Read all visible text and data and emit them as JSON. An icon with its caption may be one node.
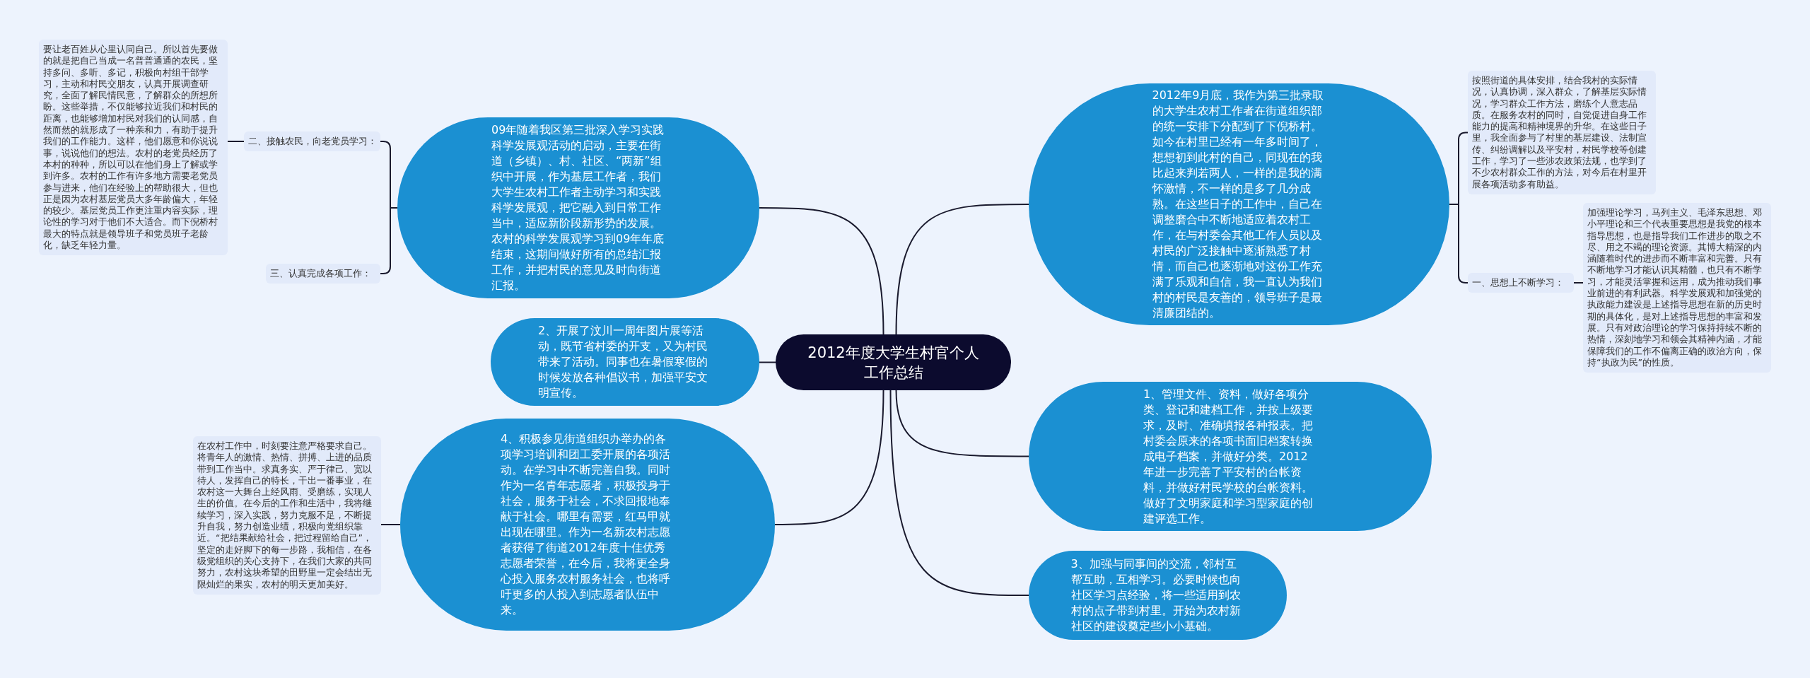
{
  "diagram": {
    "nodes": [
      {
        "text": [
          "2012年度大学生村官个人工作总结"
        ]
      },
      {
        "text": [
          "09年随着我区第三批深入学习实践科学发展观活动的启动，主要在街道（乡镇）、村、社区、“两新”组织中开展，作为基层工作者，我们大学生农村工作者主动学习和实践科学发展观，把它融入到日常工作当中，适应新阶段新形势的发展。农村的科学发展观学习到09年年底结束，这期间做好所有的总结汇报工作，并把村民的意见及时向街道汇报。"
        ]
      },
      {
        "text": [
          "二、接触农民，向老党员学习："
        ]
      },
      {
        "text": [
          "要让老百姓从心里认同自己。所以首先要做的就是把自己当成一名普普通通的农民，坚持多问、多听、多记，积极向村组干部学习，主动和村民交朋友，认真开展调查研究，全面了解民情民意，了解群众的所想所盼。这些举措，不仅能够拉近我们和村民的距离，也能够增加村民对我们的认同感，自然而然的就形成了一种亲和力，有助于提升我们的工作能力。这样，他们愿意和你说说事，说说他们的想法。农村的老党员经历了本村的种种，所以可以在他们身上了解或学到许多。农村的工作有许多地方需要老党员参与进来，他们在经验上的帮助很大，但也正是因为农村基层党员大多年龄偏大，年轻的较少。基层党员工作更注重内容实际，理论性的学习对于他们不大适合。而下倪桥村最大的特点就是领导班子和党员班子老龄化，缺乏年轻力量。"
        ]
      },
      {
        "text": [
          "三、认真完成各项工作："
        ]
      },
      {
        "text": [
          "2、开展了汶川一周年图片展等活动，既节省村委的开支，又为村民带来了活动。同事也在暑假寒假的时候发放各种倡议书，加强平安文明宣传。"
        ]
      },
      {
        "text": [
          "4、积极参见街道组织办举办的各项学习培训和团工委开展的各项活动。在学习中不断完善自我。同时作为一名青年志愿者，积极投身于社会，服务于社会，不求回报地奉献于社会。哪里有需要，红马甲就出现在哪里。作为一名新农村志愿者获得了街道2012年度十佳优秀志愿者荣誉，在今后，我将更全身心投入服务农村服务社会，也将呼吁更多的人投入到志愿者队伍中来。"
        ]
      },
      {
        "text": [
          "在农村工作中，时刻要注意严格要求自己。将青年人的激情、热情、拼搏、上进的品质带到工作当中。求真务实、严于律己、宽以待人，发挥自己的特长，干出一番事业，在农村这一大舞台上经风雨、受磨练，实现人生的价值。在今后的工作和生活中，我将继续学习，深入实践，努力克服不足，不断提升自我，努力创造业绩，积极向党组织靠近。“把结果献给社会，把过程留给自己”，坚定的走好脚下的每一步路，我相信，在各级党组织的关心支持下，在我们大家的共同努力，农村这块希望的田野里一定会结出无限灿烂的果实，农村的明天更加美好。"
        ]
      },
      {
        "text": [
          "2012年9月底，我作为第三批录取的大学生农村工作者在街道组织部的统一安排下分配到了下倪桥村。如今在村里已经有一年多时间了，想想初到此村的自己，同现在的我比起来判若两人，一样的是我的满怀激情，不一样的是多了几分成熟。在这些日子的工作中，自己在调整磨合中不断地适应着农村工作，在与村委会其他工作人员以及村民的广泛接触中逐渐熟悉了村情，而自己也逐渐地对这份工作充满了乐观和自信，我一直认为我们村的村民是友善的，领导班子是最清廉团结的。"
        ]
      },
      {
        "text": [
          "按照街道的具体安排，结合我村的实际情况，认真协调，深入群众，了解基层实际情况，学习群众工作方法，磨练个人意志品质。在服务农村的同时，自觉促进自身工作能力的提高和精神境界的升华。在这些日子里，我全面参与了村里的基层建设、法制宣传、纠纷调解以及平安村，村民学校等创建工作，学习了一些涉农政策法规，也学到了不少农村群众工作的方法，对今后在村里开展各项活动多有助益。"
        ]
      },
      {
        "text": [
          "一、思想上不断学习："
        ]
      },
      {
        "text": [
          "加强理论学习，马列主义、毛泽东思想、邓小平理论和三个代表重要思想是我党的根本指导思想，也是指导我们工作进步的取之不尽、用之不竭的理论资源。其博大精深的内涵随着时代的进步而不断丰富和完善。只有不断地学习才能认识其精髓，也只有不断学习，才能灵活掌握和运用，成为推动我们事业前进的有利武器。科学发展观和加强党的执政能力建设是上述指导思想在新的历史时期的具体化，是对上述指导思想的丰富和发展。只有对政治理论的学习保持持续不断的热情，深刻地学习和领会其精神内涵，才能保障我们的工作不偏离正确的政治方向，保持“执政为民”的性质。"
        ]
      },
      {
        "text": [
          "1、管理文件、资料，做好各项分类、登记和建档工作，并按上级要求，及时、准确填报各种报表。把村委会原来的各项书面旧档案转换成电子档案，并做好分类。2012年进一步完善了平安村的台帐资料，并做好村民学校的台帐资料。做好了文明家庭和学习型家庭的创建评选工作。"
        ]
      },
      {
        "text": [
          "3、加强与同事间的交流，邻村互帮互助，互相学习。必要时候也向社区学习点经验，将一些适用到农村的点子带到村里。开始为农村新社区的建设奠定些小小基础。"
        ]
      }
    ],
    "edges": [
      {
        "from": 0,
        "to": 1,
        "arrow": "none"
      },
      {
        "from": 1,
        "to": 2,
        "arrow": "none"
      },
      {
        "from": 2,
        "to": 3,
        "arrow": "none"
      },
      {
        "from": 1,
        "to": 4,
        "arrow": "none"
      },
      {
        "from": 0,
        "to": 5,
        "arrow": "none"
      },
      {
        "from": 0,
        "to": 6,
        "arrow": "none"
      },
      {
        "from": 6,
        "to": 7,
        "arrow": "none"
      },
      {
        "from": 0,
        "to": 8,
        "arrow": "none"
      },
      {
        "from": 8,
        "to": 9,
        "arrow": "none"
      },
      {
        "from": 8,
        "to": 10,
        "arrow": "none"
      },
      {
        "from": 10,
        "to": 11,
        "arrow": "none"
      },
      {
        "from": 0,
        "to": 12,
        "arrow": "none"
      },
      {
        "from": 0,
        "to": 13,
        "arrow": "none"
      }
    ]
  }
}
